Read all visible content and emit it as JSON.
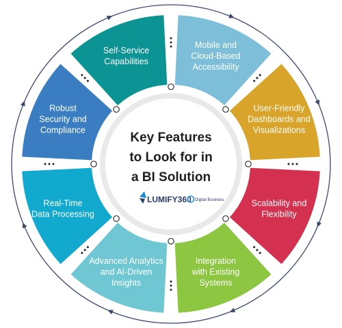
{
  "center": {
    "title_lines": [
      "Key Features",
      "to Look for in",
      "a BI Solution"
    ],
    "logo_text": "LUMIFY360",
    "logo_sub": "Digital Business"
  },
  "segments": [
    {
      "id": "mobile",
      "lines": [
        "Mobile and",
        "Cloud-Based",
        "Accessibility"
      ],
      "color": "#7dbfd9"
    },
    {
      "id": "user-friendly",
      "lines": [
        "User-Friendly",
        "Dashboards and",
        "Visualizations"
      ],
      "color": "#d9a42a"
    },
    {
      "id": "scalability",
      "lines": [
        "Scalability and",
        "Flexibility"
      ],
      "color": "#d4304f"
    },
    {
      "id": "integration",
      "lines": [
        "Integration",
        "with Existing",
        "Systems"
      ],
      "color": "#8dc640"
    },
    {
      "id": "advanced-analytics",
      "lines": [
        "Advanced Analytics",
        "and AI-Driven",
        "Insights"
      ],
      "color": "#6fc7d4"
    },
    {
      "id": "real-time",
      "lines": [
        "Real-Time",
        "Data Processing"
      ],
      "color": "#12a9cf"
    },
    {
      "id": "security",
      "lines": [
        "Robust",
        "Security and",
        "Compliance"
      ],
      "color": "#3a7dc0"
    },
    {
      "id": "self-service",
      "lines": [
        "Self-Service",
        "Capabilities"
      ],
      "color": "#0c9393"
    }
  ],
  "colors": {
    "ring": "#3b4a6b",
    "center_fill": "#ffffff",
    "inner_ring": "#f0f0f0",
    "logo_accent": "#1f8fd8"
  }
}
